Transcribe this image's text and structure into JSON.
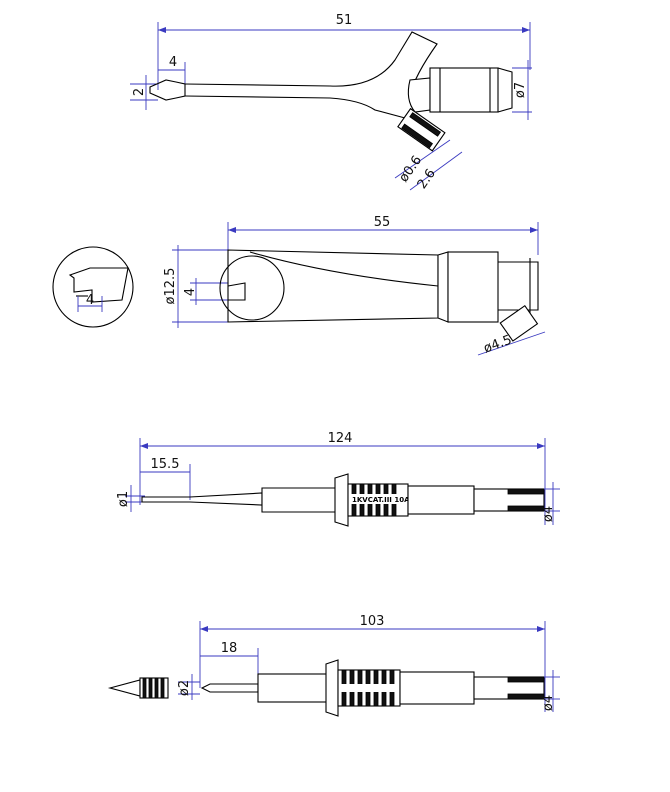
{
  "views": {
    "probe_hook": {
      "dims": {
        "overall_length": "51",
        "tip_length": "4",
        "tip_width": "2",
        "body_diameter": "ø7",
        "socket_hole": "ø0.6",
        "socket_outer": "2.6"
      }
    },
    "probe_clip": {
      "dims": {
        "overall_length": "55",
        "body_diameter": "ø12.5",
        "jaw_depth": "4",
        "cable_diameter": "ø4.5",
        "detail_jaw": "4"
      }
    },
    "test_probe_long": {
      "dims": {
        "overall_length": "124",
        "tip_length": "15.5",
        "tip_diameter": "ø1",
        "plug_diameter": "ø4"
      },
      "marking": "1KVCAT.III 10A"
    },
    "test_probe_short": {
      "dims": {
        "overall_length": "103",
        "tip_length": "18",
        "tip_diameter": "ø2",
        "plug_diameter": "ø4"
      }
    }
  }
}
